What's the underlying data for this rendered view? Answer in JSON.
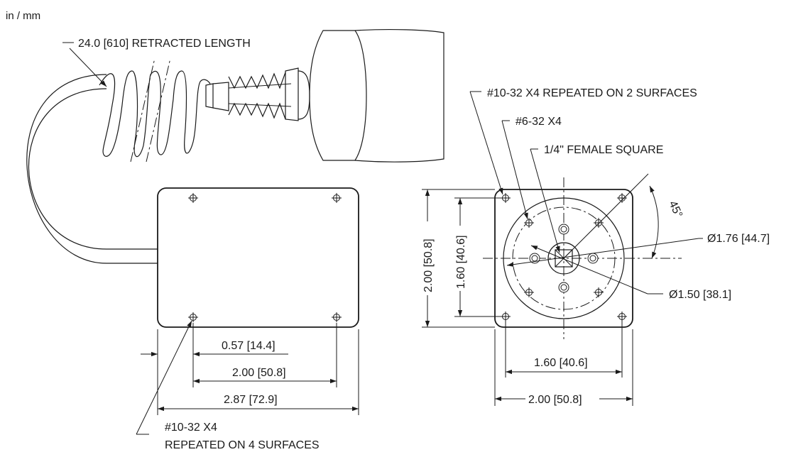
{
  "units": "in / mm",
  "labels": {
    "retracted_length": "24.0 [610] RETRACTED LENGTH",
    "holes_side": "#10-32 X4",
    "holes_side_note": "REPEATED ON 4 SURFACES",
    "holes_face": "#10-32 X4 REPEATED ON 2 SURFACES",
    "holes_inner": "#6-32 X4",
    "female_square": "1/4\" FEMALE SQUARE",
    "angle": "45°",
    "dia_outer": "Ø1.76 [44.7]",
    "dia_inner": "Ø1.50 [38.1]"
  },
  "dimensions": {
    "side_offset": "0.57 [14.4]",
    "side_spacing": "2.00 [50.8]",
    "side_width": "2.87 [72.9]",
    "face_height": "2.00 [50.8]",
    "face_hole_height": "1.60 [40.6]",
    "face_hole_width": "1.60 [40.6]",
    "face_width": "2.00 [50.8]"
  }
}
